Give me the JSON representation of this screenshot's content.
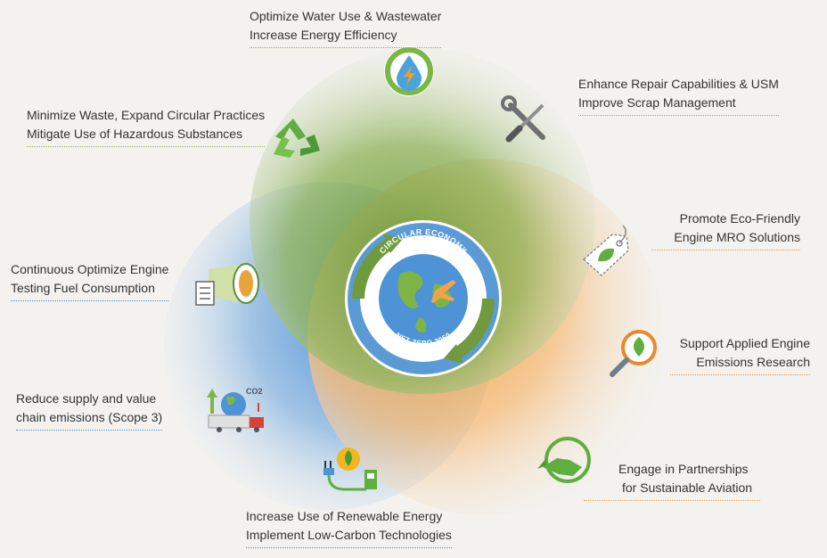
{
  "center": {
    "arc_top": "CIRCULAR ECONOMY",
    "arc_bottom": "NET ZERO 2050"
  },
  "items": [
    {
      "line1": "Optimize Water Use & Wastewater",
      "line2": "Increase Energy Efficiency",
      "icon": "water-energy-icon"
    },
    {
      "line1": "Enhance Repair Capabilities & USM",
      "line2": "Improve Scrap Management",
      "icon": "wrench-screwdriver-icon"
    },
    {
      "line1": "Minimize Waste, Expand Circular Practices",
      "line2": "Mitigate Use of Hazardous Substances",
      "icon": "recycle-icon"
    },
    {
      "line1": "Promote Eco-Friendly",
      "line2": "Engine MRO Solutions",
      "icon": "eco-tag-icon"
    },
    {
      "line1": "Continuous Optimize Engine",
      "line2": "Testing Fuel Consumption",
      "icon": "engine-checklist-icon"
    },
    {
      "line1": "Support Applied Engine",
      "line2": "Emissions Research",
      "icon": "leaf-magnifier-icon"
    },
    {
      "line1": "Reduce supply and value",
      "line2": "chain emissions (Scope 3)",
      "icon": "supply-chain-icon"
    },
    {
      "line1": "Engage in Partnerships",
      "line2": "for Sustainable Aviation",
      "icon": "handshake-icon"
    },
    {
      "line1": "Increase Use of Renewable Energy",
      "line2": "Implement Low-Carbon Technologies",
      "icon": "renewable-energy-icon"
    }
  ],
  "icon_badge": "CO2",
  "colors": {
    "green": "#8db35a",
    "orange": "#f4a448",
    "blue": "#4f92d6",
    "center_blue": "#5b9bd5",
    "center_green": "#6f9a3e"
  }
}
